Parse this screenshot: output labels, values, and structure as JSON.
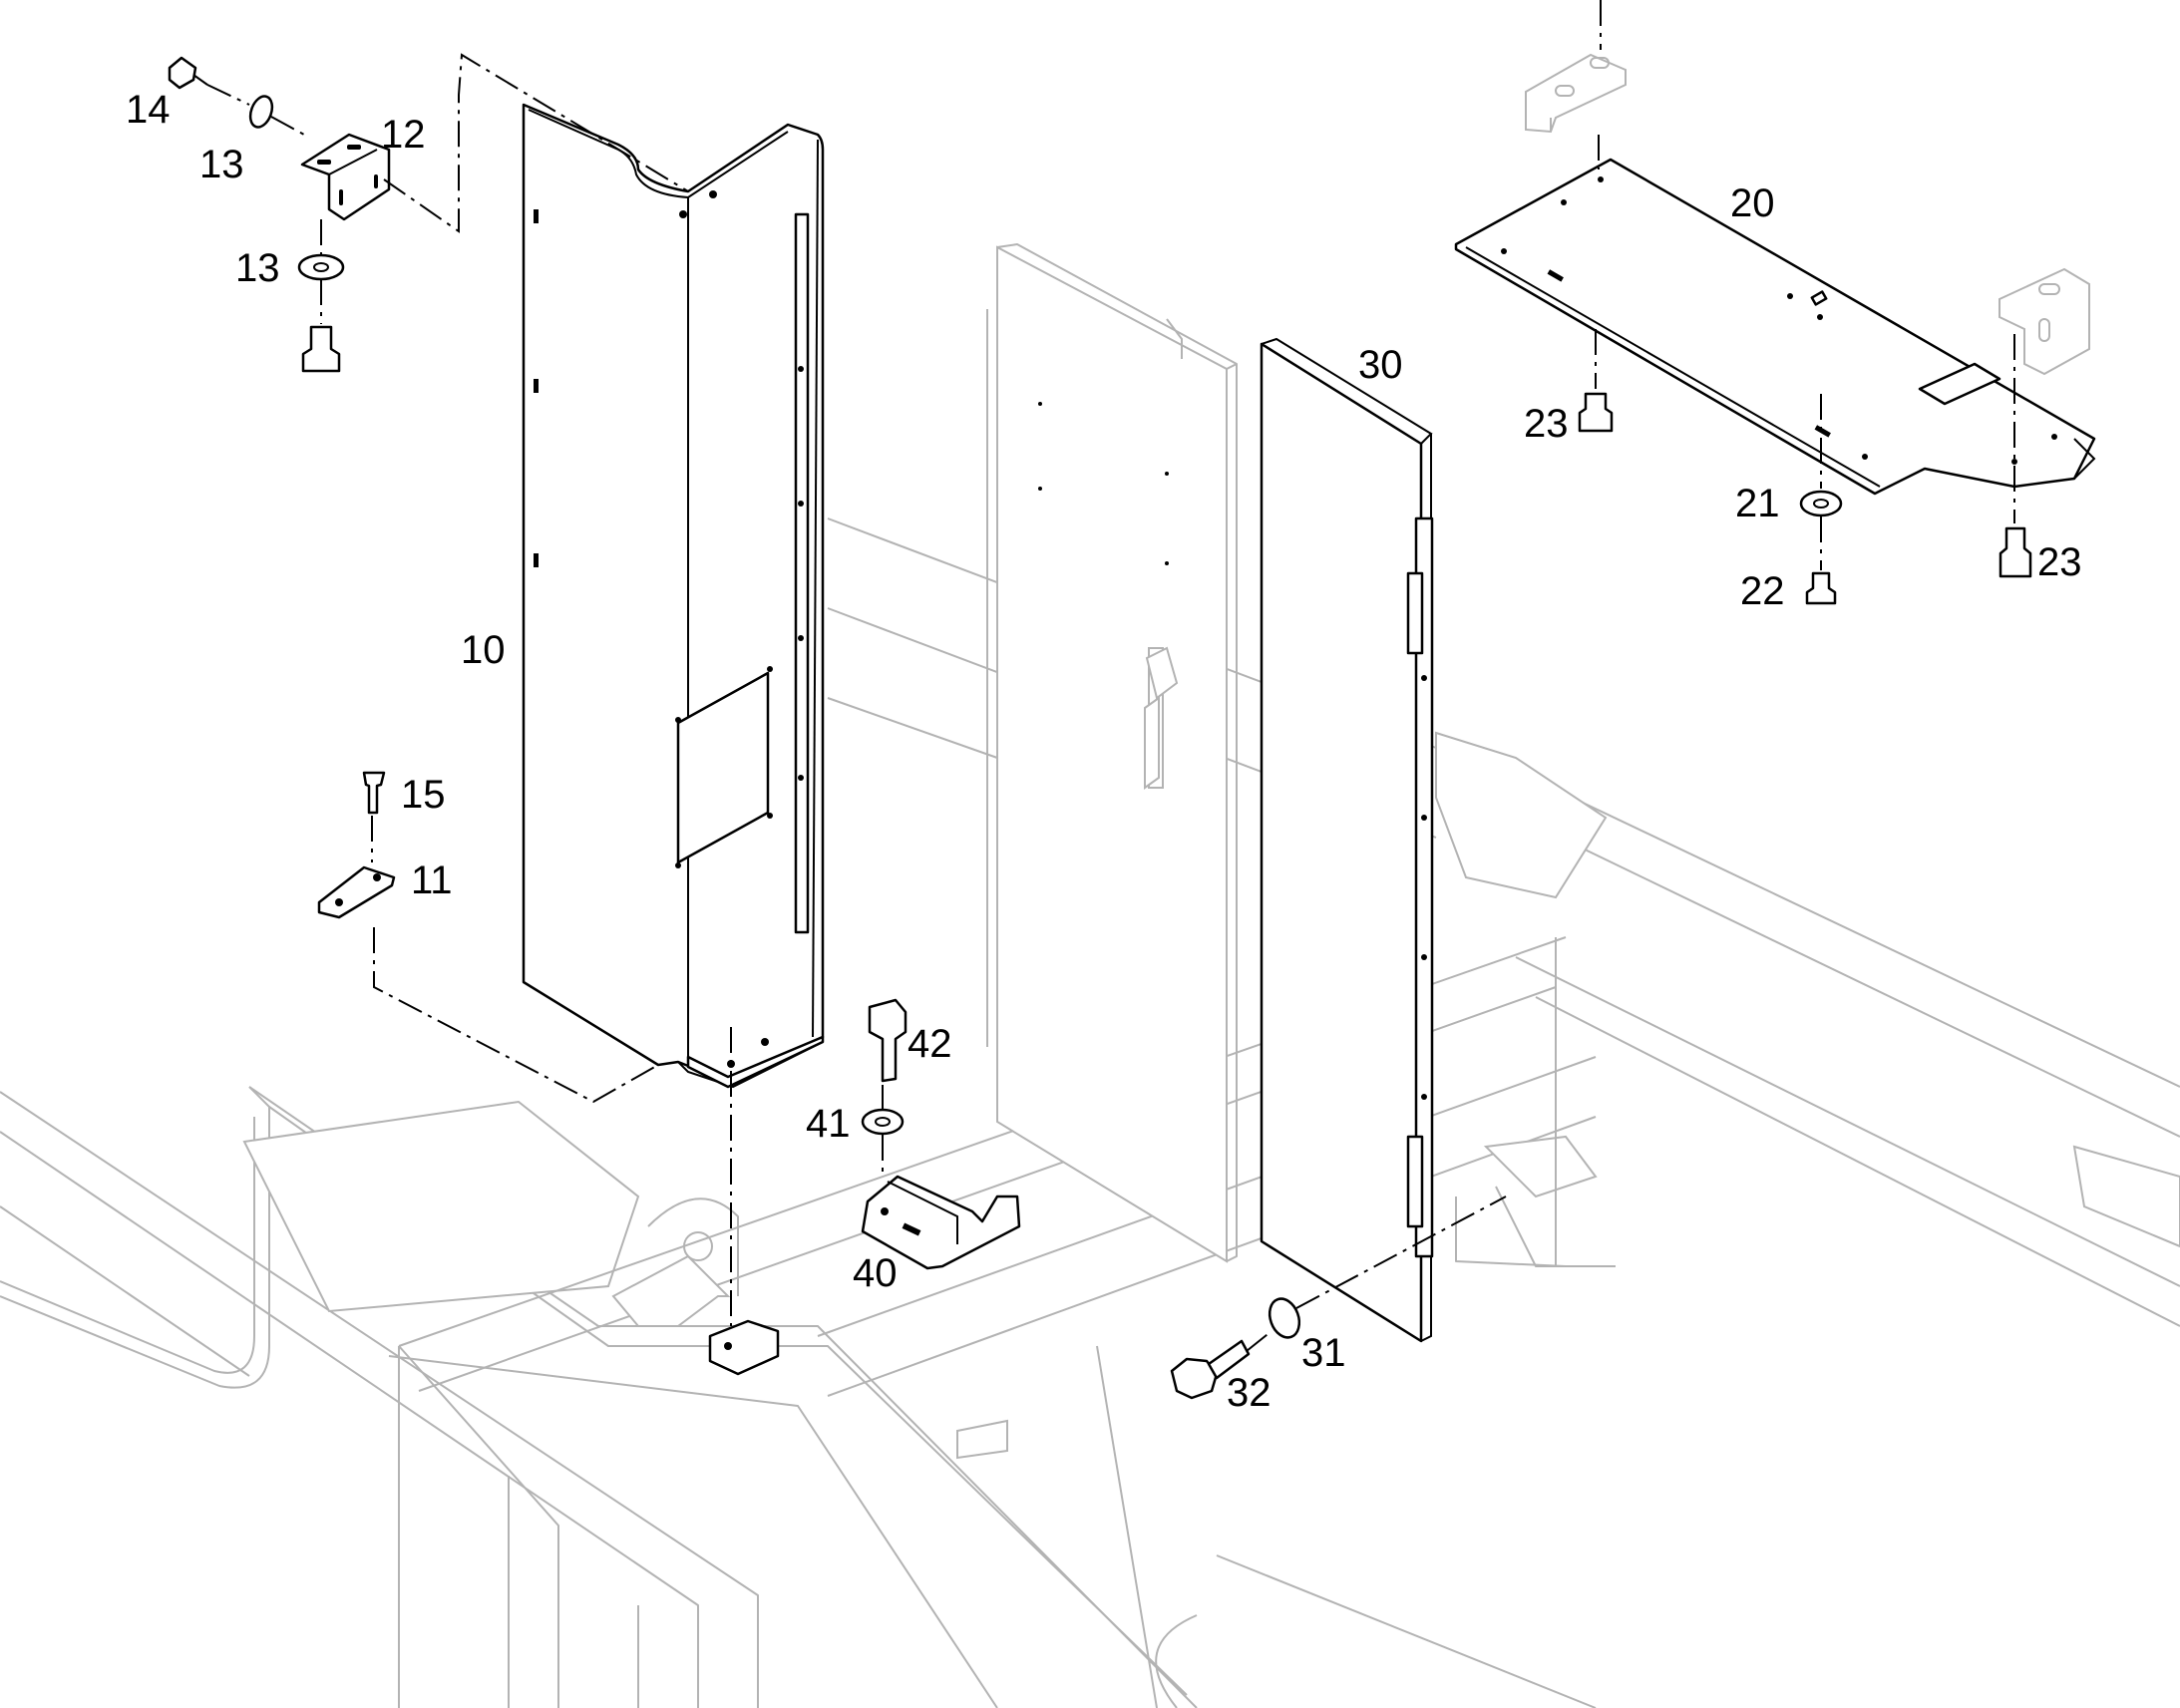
{
  "callouts": {
    "c10": "10",
    "c11": "11",
    "c12": "12",
    "c13a": "13",
    "c13b": "13",
    "c14": "14",
    "c15": "15",
    "c20": "20",
    "c21": "21",
    "c22": "22",
    "c23a": "23",
    "c23b": "23",
    "c30": "30",
    "c31": "31",
    "c32": "32",
    "c40": "40",
    "c41": "41",
    "c42": "42"
  }
}
